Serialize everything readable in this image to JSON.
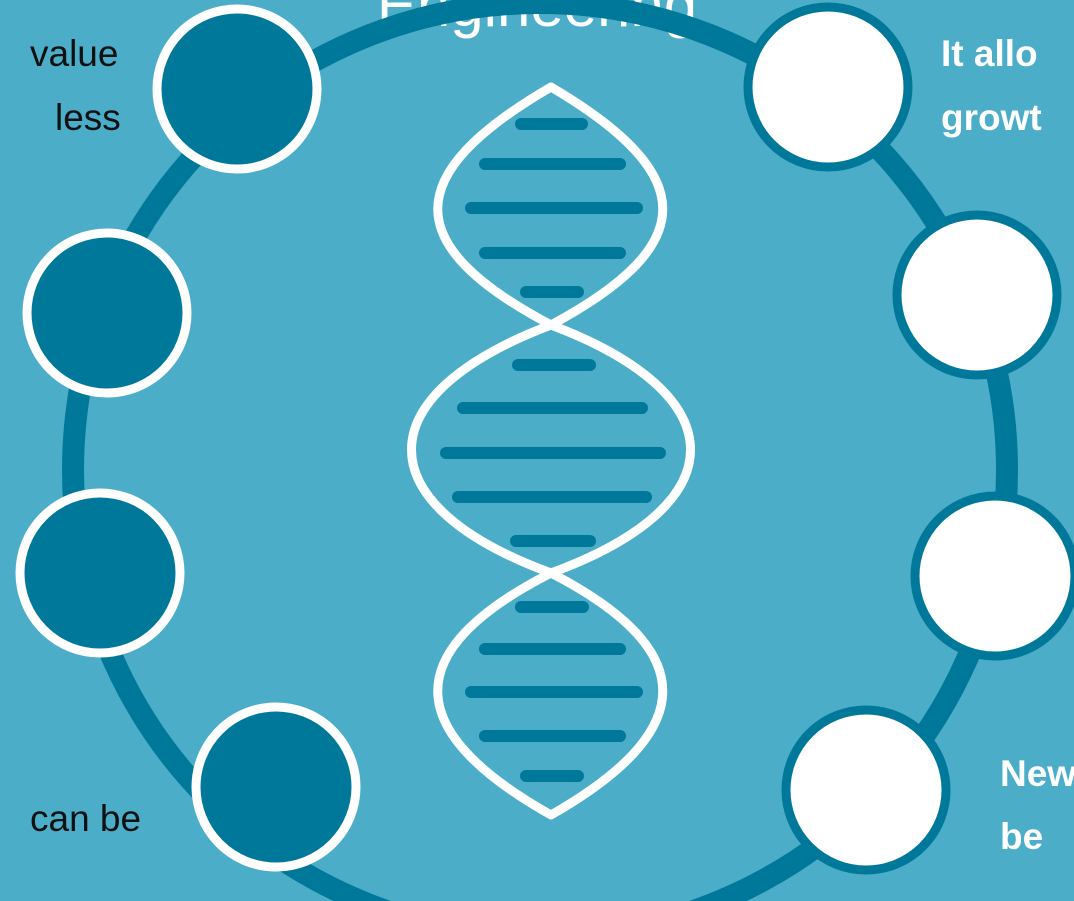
{
  "title": "Engineering",
  "colors": {
    "background": "#4badc8",
    "ring": "#007899",
    "dark_circle": "#007899",
    "light_circle": "#ffffff",
    "helix": "#ffffff",
    "rungs": "#007899"
  },
  "left_items": [
    {
      "line1": "value",
      "line2": "less"
    },
    {
      "line1": "can be"
    }
  ],
  "right_items": [
    {
      "line1": "It allo",
      "line2": "growt"
    },
    {
      "line1": "New",
      "line2": "be"
    }
  ],
  "icon": "dna-helix-icon"
}
